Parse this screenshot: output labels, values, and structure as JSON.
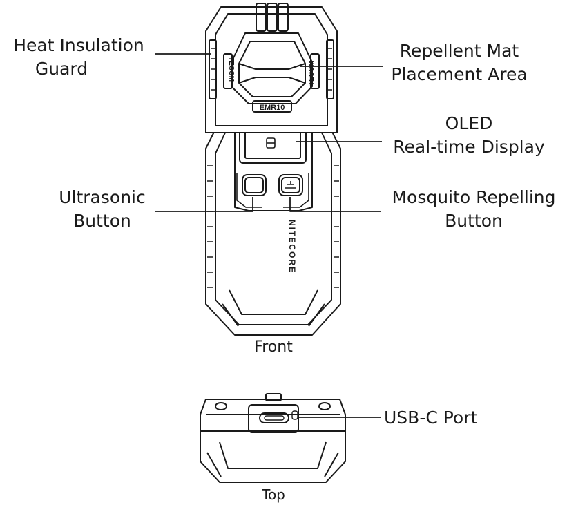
{
  "labels": {
    "heat_insulation_guard": [
      "Heat Insulation",
      "Guard"
    ],
    "repellent_mat_area": [
      "Repellent Mat",
      "Placement Area"
    ],
    "oled_display": [
      "OLED",
      "Real-time Display"
    ],
    "ultrasonic_button": [
      "Ultrasonic",
      "Button"
    ],
    "mosquito_button": [
      "Mosquito Repelling",
      "Button"
    ],
    "usb_c_port": "USB-C Port"
  },
  "captions": {
    "front": "Front",
    "top": "Top"
  },
  "device": {
    "model": "EMR10",
    "brand_side": "TECOM",
    "brand_body": "NITECORE"
  },
  "colors": {
    "line": "#1a1a1a",
    "background": "#ffffff"
  }
}
